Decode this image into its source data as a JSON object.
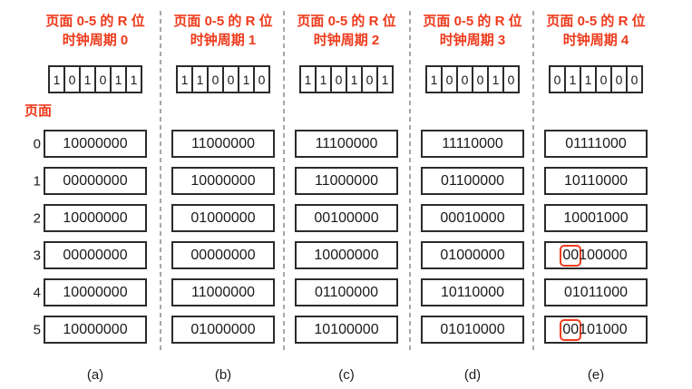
{
  "figure": {
    "pages_axis_label": "页面",
    "row_numbers": [
      "0",
      "1",
      "2",
      "3",
      "4",
      "5"
    ],
    "colors": {
      "accent_red": "#ee3a1c",
      "highlight_box_red": "#f13c1e",
      "box_border": "#2b2b2b",
      "divider_gray": "#a8a8a8"
    }
  },
  "columns": [
    {
      "label": "(a)",
      "header_line1": "页面 0-5 的 R 位",
      "header_line2": "时钟周期 0",
      "r_bits": [
        "1",
        "0",
        "1",
        "0",
        "1",
        "1"
      ],
      "counters": [
        "10000000",
        "00000000",
        "10000000",
        "00000000",
        "10000000",
        "10000000"
      ]
    },
    {
      "label": "(b)",
      "header_line1": "页面 0-5 的 R 位",
      "header_line2": "时钟周期 1",
      "r_bits": [
        "1",
        "1",
        "0",
        "0",
        "1",
        "0"
      ],
      "counters": [
        "11000000",
        "10000000",
        "01000000",
        "00000000",
        "11000000",
        "01000000"
      ]
    },
    {
      "label": "(c)",
      "header_line1": "页面 0-5 的 R 位",
      "header_line2": "时钟周期 2",
      "r_bits": [
        "1",
        "1",
        "0",
        "1",
        "0",
        "1"
      ],
      "counters": [
        "11100000",
        "11000000",
        "00100000",
        "10000000",
        "01100000",
        "10100000"
      ]
    },
    {
      "label": "(d)",
      "header_line1": "页面 0-5 的 R 位",
      "header_line2": "时钟周期 3",
      "r_bits": [
        "1",
        "0",
        "0",
        "0",
        "1",
        "0"
      ],
      "counters": [
        "11110000",
        "01100000",
        "00010000",
        "01000000",
        "10110000",
        "01010000"
      ]
    },
    {
      "label": "(e)",
      "header_line1": "页面 0-5 的 R 位",
      "header_line2": "时钟周期 4",
      "r_bits": [
        "0",
        "1",
        "1",
        "0",
        "0",
        "0"
      ],
      "counters": [
        "01111000",
        "10110000",
        "10001000",
        "00100000",
        "01011000",
        "00101000"
      ],
      "highlights": {
        "row3": {
          "boxed": "00",
          "rest": "100000"
        },
        "row5": {
          "boxed": "00",
          "rest": "101000"
        }
      }
    }
  ]
}
